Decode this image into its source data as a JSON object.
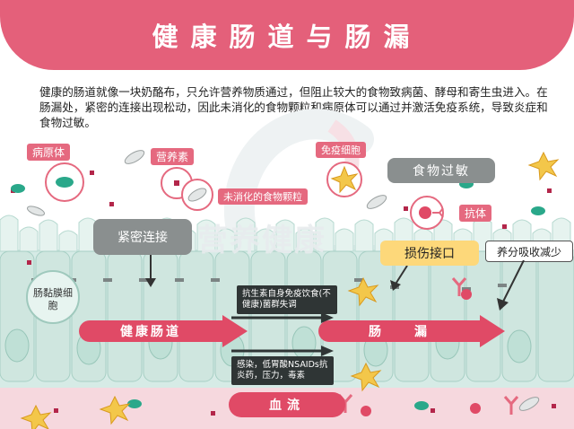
{
  "banner": {
    "title": "健康肠道与肠漏"
  },
  "intro": {
    "text": "健康的肠道就像一块奶酪布，只允许营养物质通过，但阻止较大的食物致病菌、酵母和寄生虫进入。在肠漏处，紧密的连接出现松动，因此未消化的食物颗粒和病原体可以通过并激活免疫系统，导致炎症和食物过敏。"
  },
  "watermark": {
    "text": "营养健康"
  },
  "labels": {
    "pathogen": "病原体",
    "nutrient": "营养素",
    "undigested": "未消化的食物颗粒",
    "immune_cell": "免疫细胞",
    "food_allergy": "食物过敏",
    "antibody": "抗体",
    "tight_junction": "紧密连接",
    "damaged_junction": "损伤接口",
    "malabsorption": "养分吸收减少",
    "mucosa_cell": "肠黏膜细胞"
  },
  "flow": {
    "healthy": "健康肠道",
    "leaky": "肠　　漏",
    "causes_top": "抗生素自身免疫饮食(不健康)菌群失调",
    "causes_bottom": "感染，低胃酸NSAIDs抗炎药，压力，毒素"
  },
  "blood": {
    "label": "血流"
  },
  "colors": {
    "accent": "#e04a66",
    "banner": "#e4607a",
    "cell": "#cfe6df",
    "grey": "#8a8f8f",
    "yellow": "#fdd87a"
  },
  "icons": [
    "bacteria-icon",
    "nutrient-dot-icon",
    "food-particle-icon",
    "immune-cell-icon",
    "antibody-icon",
    "starburst-icon"
  ]
}
